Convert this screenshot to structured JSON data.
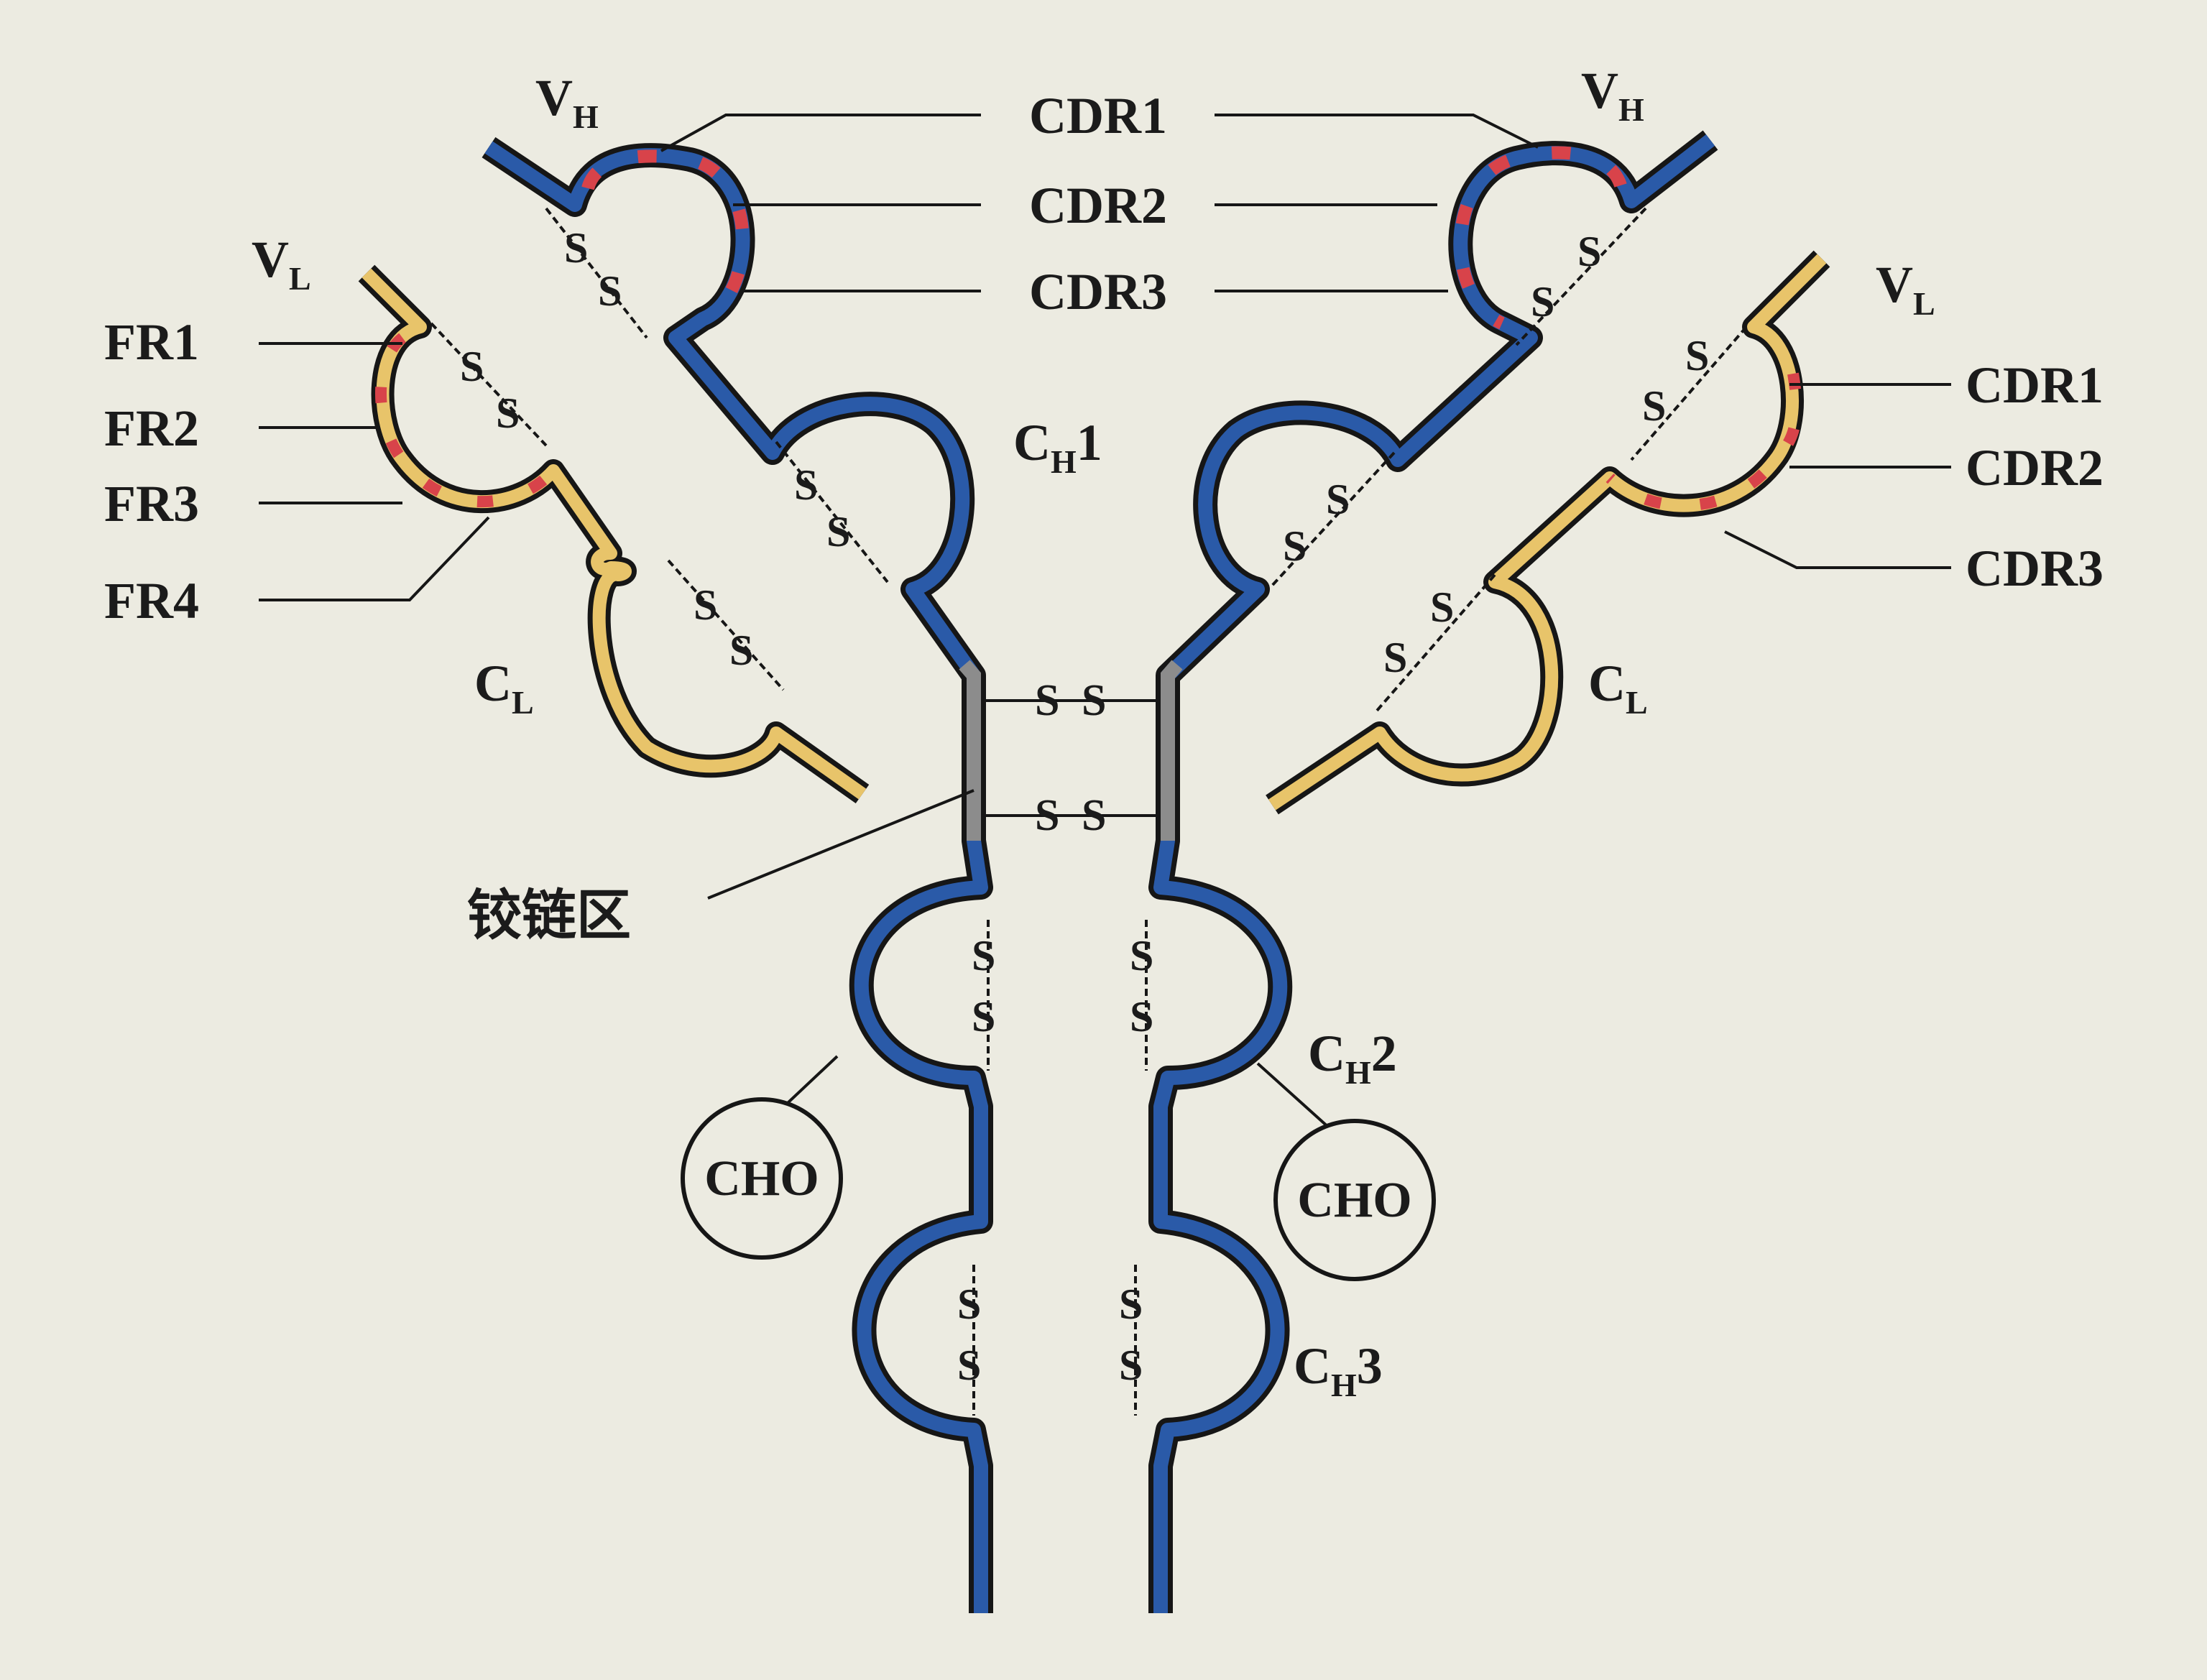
{
  "colors": {
    "background": "#ecebe1",
    "heavy_chain": "#2a5aa8",
    "light_chain": "#e8c46a",
    "cdr": "#d8434a",
    "hinge": "#8c8c8c",
    "outline": "#161616"
  },
  "labels": {
    "vh": "V",
    "vh_sub": "H",
    "vl": "V",
    "vl_sub": "L",
    "ch1": "C",
    "ch1_sub": "H",
    "ch1_num": "1",
    "ch2": "C",
    "ch2_sub": "H",
    "ch2_num": "2",
    "ch3": "C",
    "ch3_sub": "H",
    "ch3_num": "3",
    "cl": "C",
    "cl_sub": "L",
    "cdr1": "CDR1",
    "cdr2": "CDR2",
    "cdr3": "CDR3",
    "fr1": "FR1",
    "fr2": "FR2",
    "fr3": "FR3",
    "fr4": "FR4",
    "cho": "CHO",
    "hinge": "铰链区",
    "disulfide": "S",
    "disulfide_bond": "-S-S-"
  }
}
